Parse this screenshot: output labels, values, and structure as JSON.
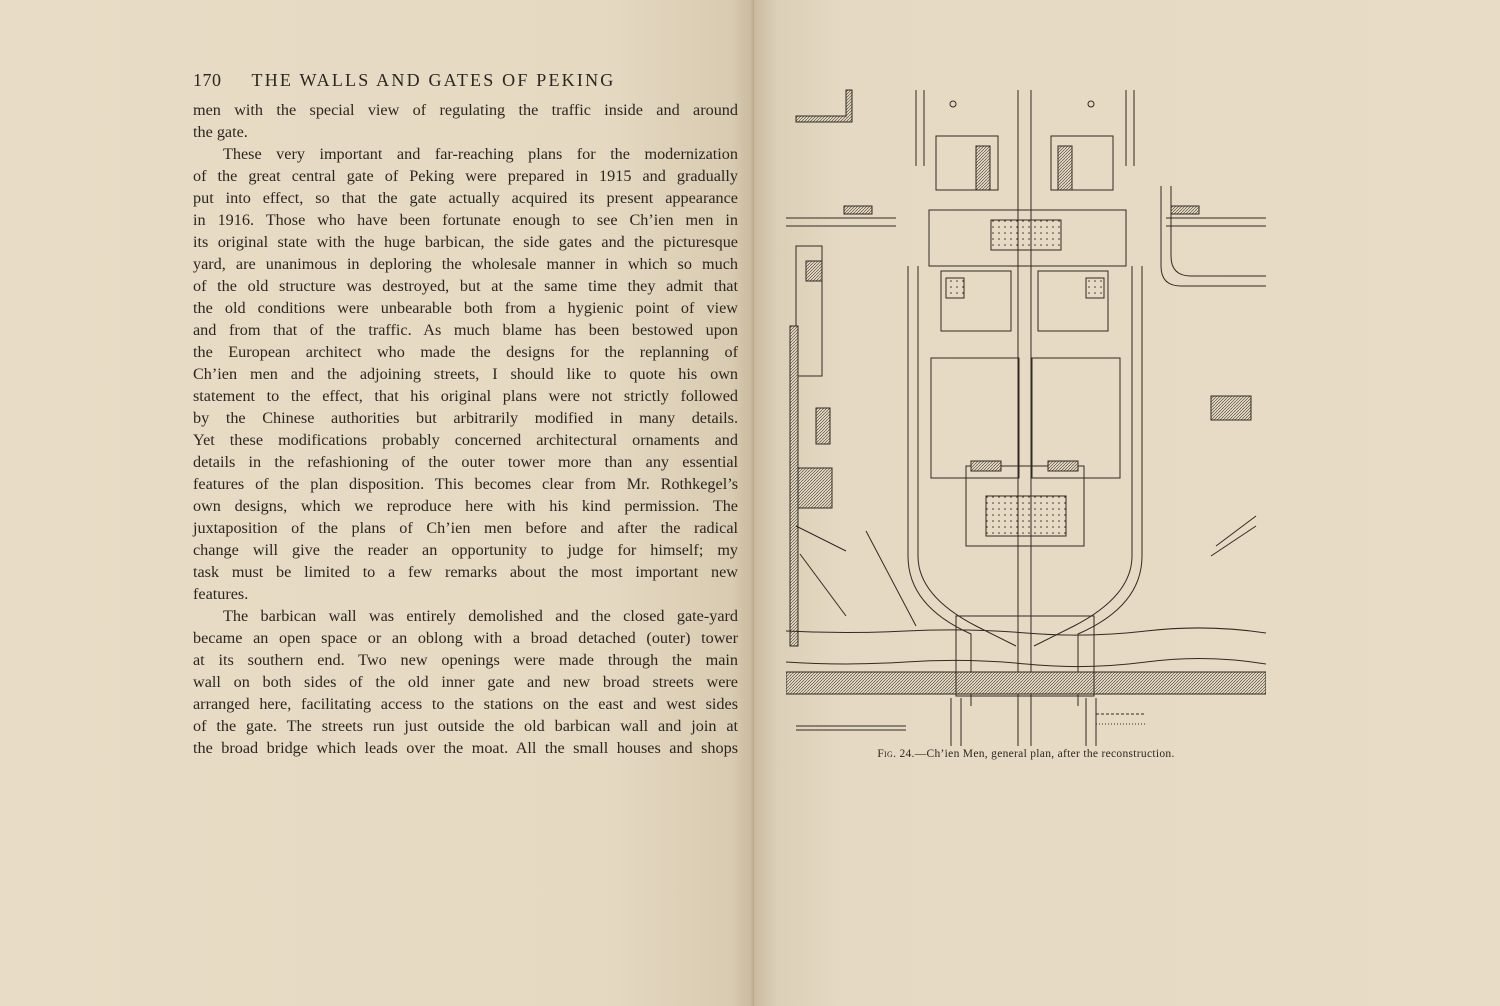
{
  "left_page": {
    "page_number": "170",
    "running_head": "THE WALLS AND GATES OF PEKING",
    "lines": [
      "men with the special view of regulating the traffic inside and around",
      "the gate.",
      "These very important and far-reaching plans for the modernization",
      "of the great central gate of Peking were prepared in 1915 and gradually",
      "put into effect, so that the gate actually acquired its present appearance",
      "in 1916. Those who have been fortunate enough to see Ch’ien men in",
      "its original state with the huge barbican, the side gates and the picturesque",
      "yard, are unanimous in deploring the wholesale manner in which so much",
      "of the old structure was destroyed, but at the same time they admit that",
      "the old conditions were unbearable both from a hygienic point of view",
      "and from that of the traffic. As much blame has been bestowed upon",
      "the European architect who made the designs for the replanning of",
      "Ch’ien men and the adjoining streets, I should like to quote his own",
      "statement to the effect, that his original plans were not strictly followed",
      "by the Chinese authorities but arbitrarily modified in many details.",
      "Yet these modifications probably concerned architectural ornaments and",
      "details in the refashioning of the outer tower more than any essential",
      "features of the plan disposition. This becomes clear from Mr. Rothkegel’s",
      "own designs, which we reproduce here with his kind permission. The",
      "juxtaposition of the plans of Ch’ien men before and after the radical",
      "change will give the reader an opportunity to judge for himself; my",
      "task must be limited to a few remarks about the most important new",
      "features.",
      "The barbican wall was entirely demolished and the closed gate-yard",
      "became an open space or an oblong with a broad detached (outer) tower",
      "at its southern end. Two new openings were made through the main",
      "wall on both sides of the old inner gate and new broad streets were",
      "arranged here, facilitating access to the stations on the east and west sides",
      "of the gate. The streets run just outside the old barbican wall and join at",
      "the broad bridge which leads over the moat. All the small houses and shops"
    ]
  },
  "right_page": {
    "caption_fig": "Fig. 24.",
    "caption_text": "—Ch’ien Men, general plan, after the reconstruction."
  }
}
